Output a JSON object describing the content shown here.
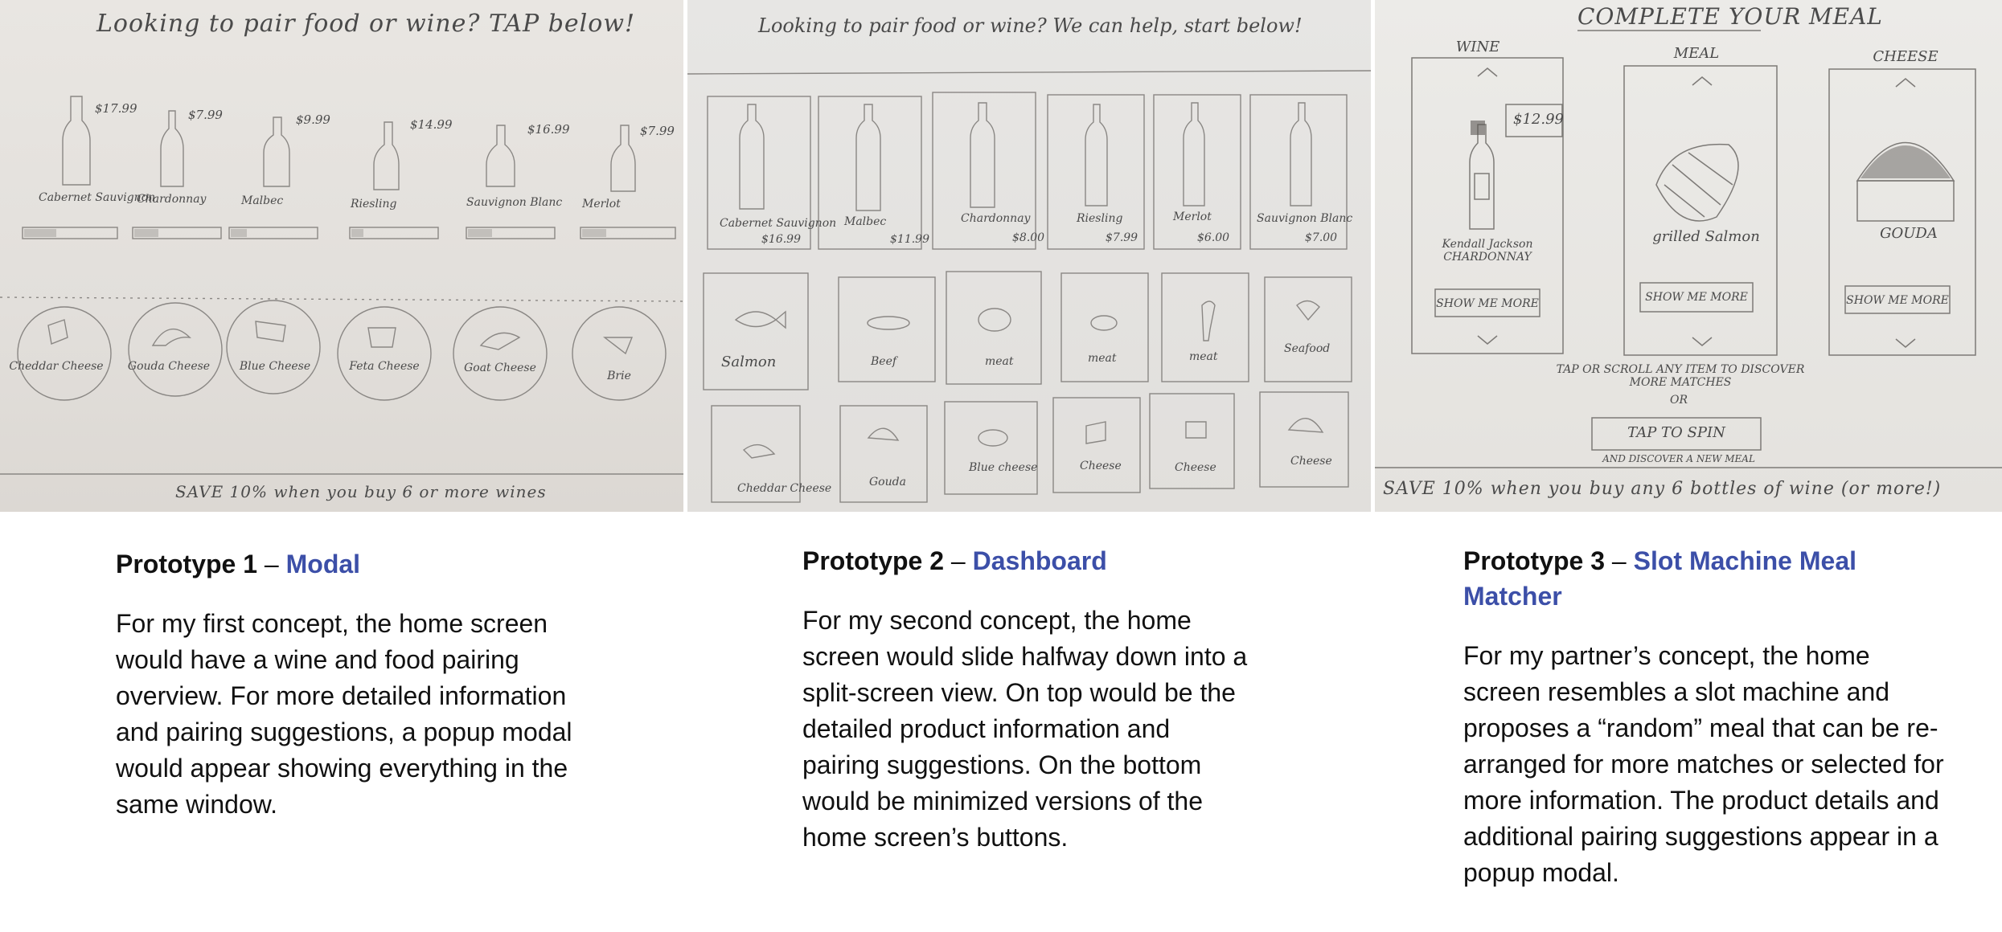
{
  "prototype1": {
    "sketch": {
      "heading": "Looking to pair food or wine? TAP below!",
      "wines": [
        {
          "name": "Cabernet Sauvignon",
          "price": "$17.99"
        },
        {
          "name": "Chardonnay",
          "price": "$7.99"
        },
        {
          "name": "Malbec",
          "price": "$9.99"
        },
        {
          "name": "Riesling",
          "price": "$14.99"
        },
        {
          "name": "Sauvignon Blanc",
          "price": "$16.99"
        },
        {
          "name": "Merlot",
          "price": "$7.99"
        }
      ],
      "cheeses": [
        "Cheddar Cheese",
        "Gouda Cheese",
        "Blue Cheese",
        "Feta Cheese",
        "Goat Cheese",
        "Brie"
      ],
      "footer": "SAVE 10% when you buy 6 or more wines"
    },
    "number": "Prototype 1",
    "separator": "–",
    "name": "Modal",
    "description": "For my first concept, the home screen would have a wine and food pairing overview. For more detailed information and pairing suggestions, a popup modal would appear showing everything in the same window."
  },
  "prototype2": {
    "sketch": {
      "heading": "Looking to pair food or wine? We can help, start below!",
      "wines": [
        {
          "name": "Cabernet Sauvignon",
          "price": "$16.99"
        },
        {
          "name": "Malbec",
          "price": "$11.99"
        },
        {
          "name": "Chardonnay",
          "price": "$8.00"
        },
        {
          "name": "Riesling",
          "price": "$7.99"
        },
        {
          "name": "Merlot",
          "price": "$6.00"
        },
        {
          "name": "Sauvignon Blanc",
          "price": "$7.00"
        }
      ],
      "foods": [
        "Salmon",
        "Beef",
        "meat",
        "meat",
        "meat",
        "Seafood"
      ],
      "cheeses": [
        "Cheddar Cheese",
        "Gouda",
        "Blue cheese",
        "Cheese",
        "Cheese",
        "Cheese"
      ]
    },
    "number": "Prototype 2",
    "separator": "–",
    "name": "Dashboard",
    "description": "For my second concept, the home screen would slide halfway down into a split-screen view. On top would be the detailed product information and pairing suggestions. On the bottom would be minimized versions of the home screen’s buttons."
  },
  "prototype3": {
    "sketch": {
      "heading": "COMPLETE YOUR MEAL",
      "columns": [
        {
          "label": "WINE",
          "item": "Kendall Jackson CHARDONNAY",
          "price": "$12.99",
          "button": "SHOW ME MORE"
        },
        {
          "label": "MEAL",
          "item": "grilled Salmon",
          "button": "SHOW ME MORE"
        },
        {
          "label": "CHEESE",
          "item": "GOUDA",
          "button": "SHOW ME MORE"
        }
      ],
      "hint": "TAP OR SCROLL ANY ITEM TO DISCOVER MORE MATCHES",
      "or": "OR",
      "spin_button": "TAP TO SPIN",
      "spin_sub": "AND DISCOVER A NEW MEAL",
      "footer": "SAVE 10% when you buy any 6 bottles of wine (or more!)"
    },
    "number": "Prototype 3",
    "separator": "–",
    "name": "Slot Machine Meal Matcher",
    "description": "For my partner’s concept, the home screen resembles a slot machine and proposes a “random” meal that can be re-arranged for more matches or selected for more information. The product details and additional pairing suggestions appear in a popup modal."
  }
}
